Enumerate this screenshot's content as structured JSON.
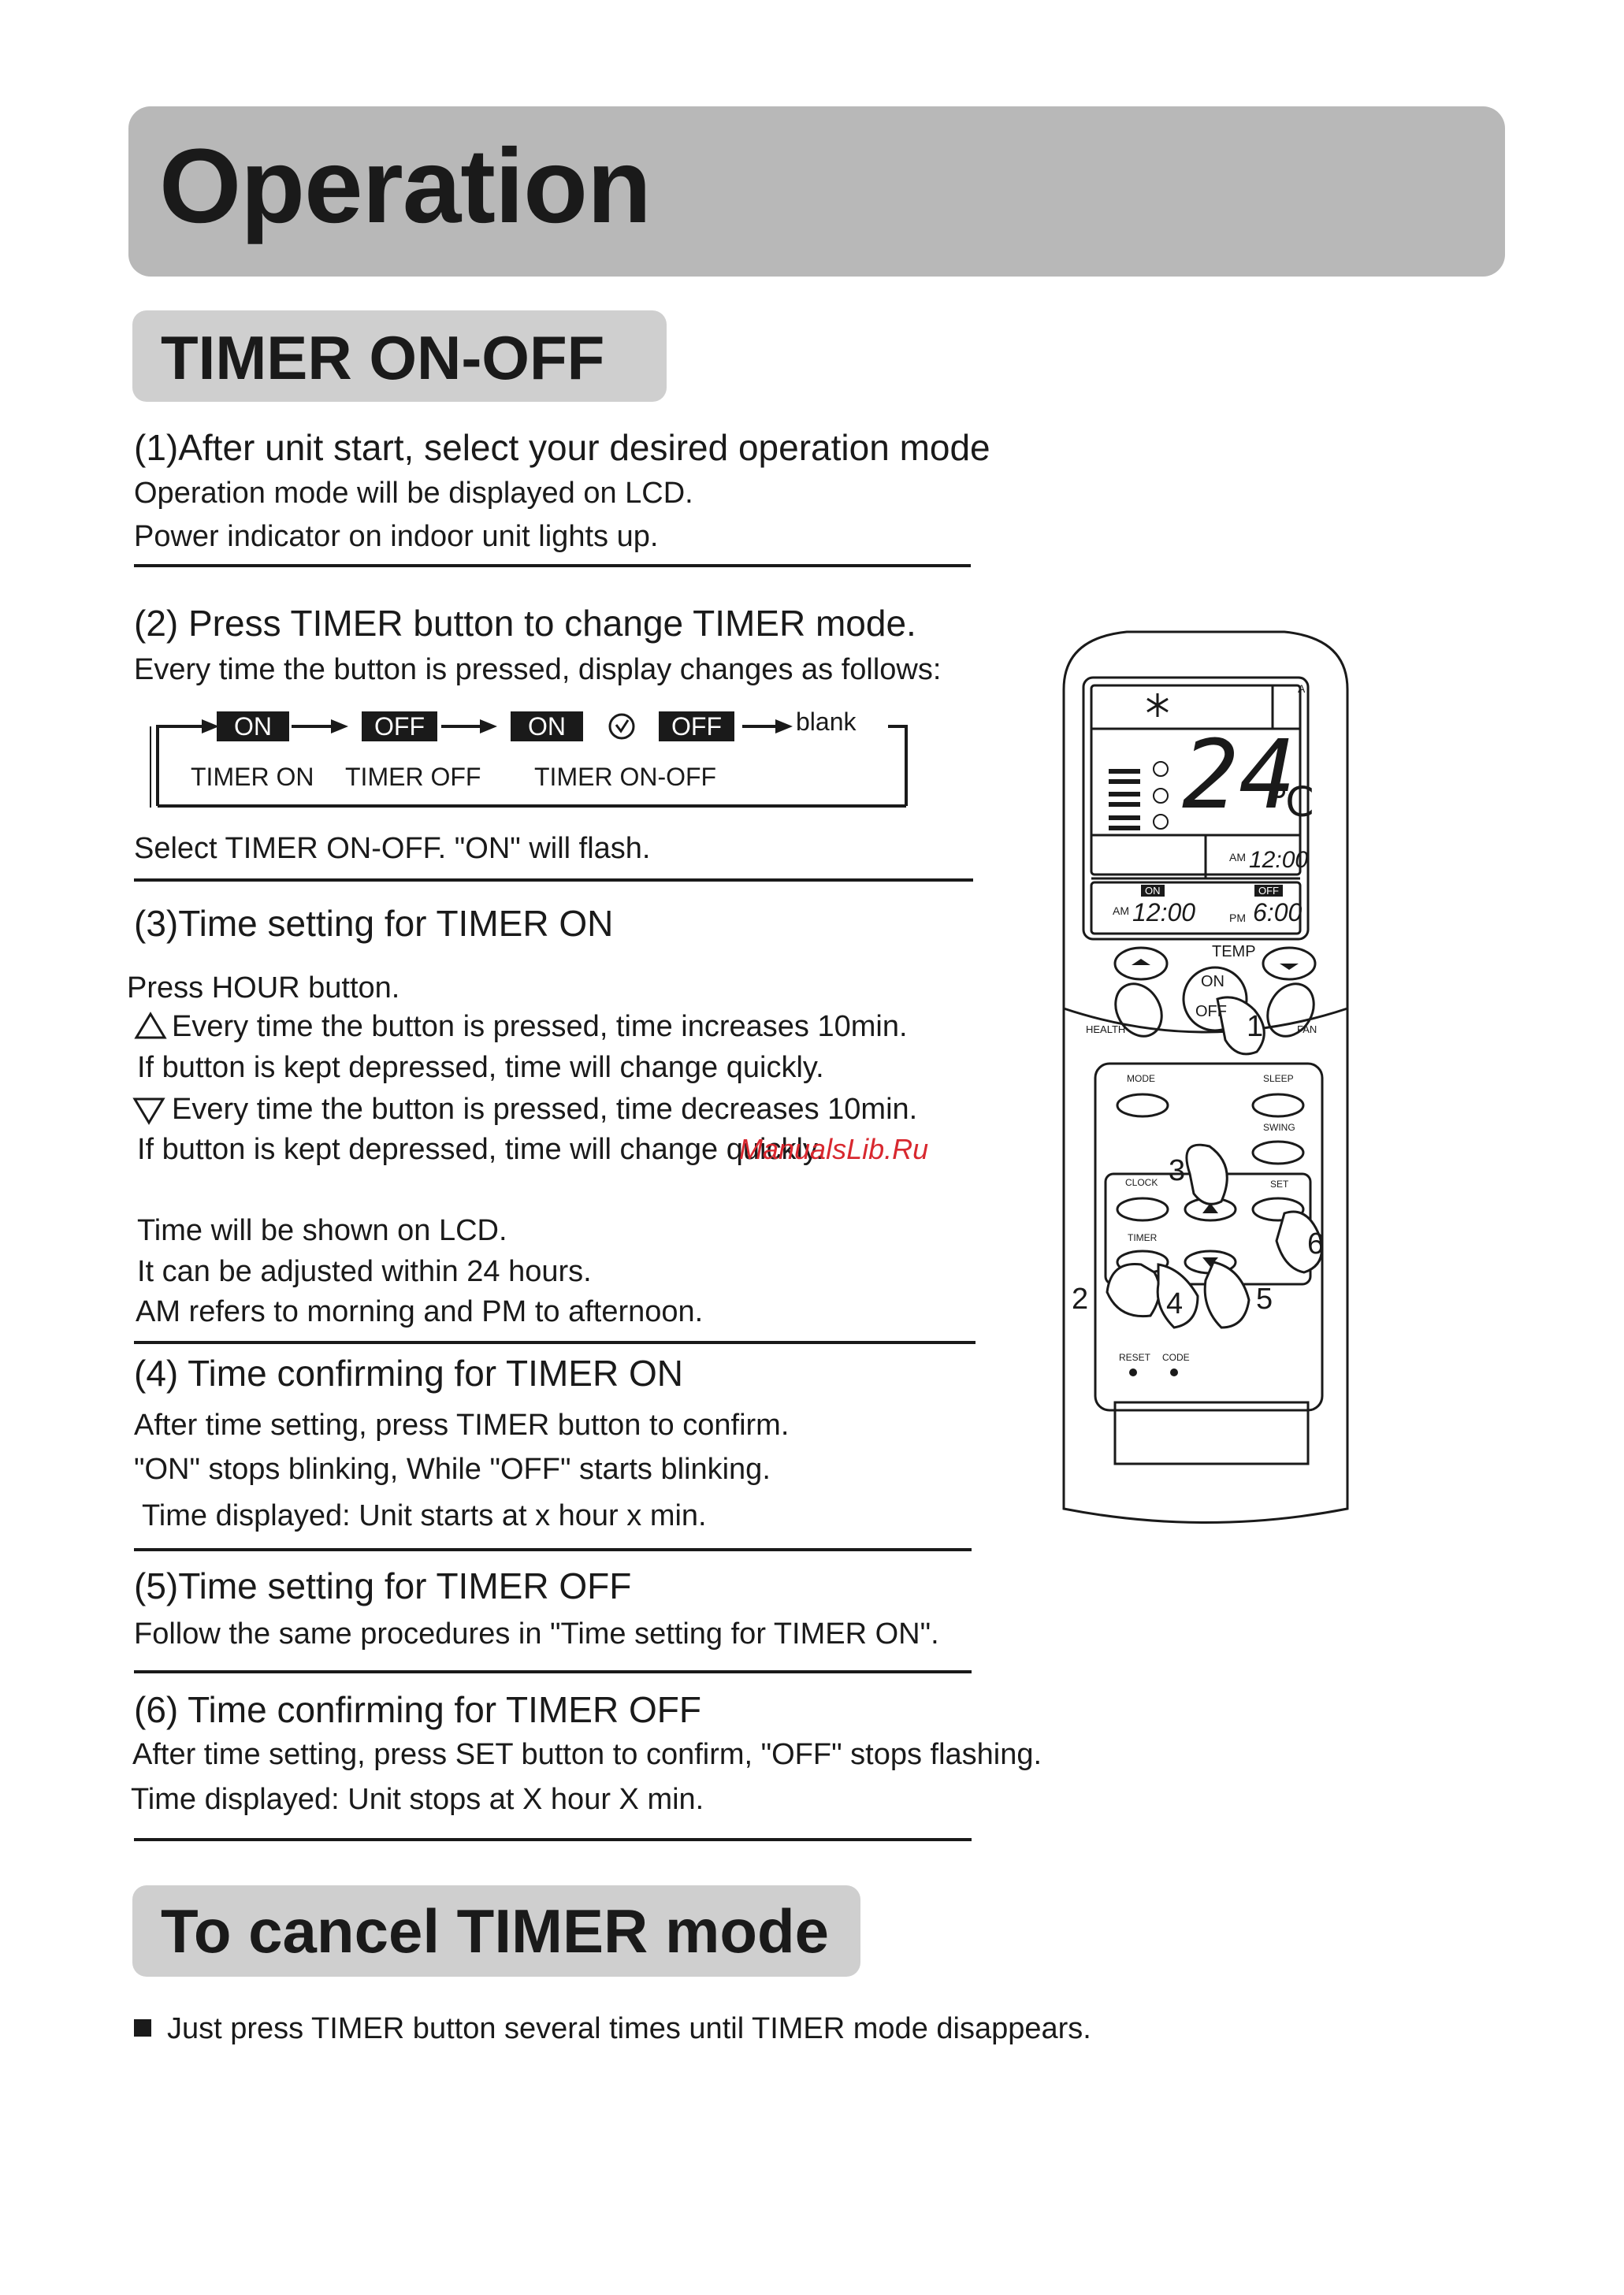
{
  "title": "Operation",
  "section1": {
    "title": "TIMER ON-OFF",
    "step1": {
      "heading": "(1)After unit start, select your desired operation mode",
      "lines": [
        "Operation mode will be displayed on LCD.",
        "Power indicator on indoor unit lights up."
      ]
    },
    "step2": {
      "heading": "(2) Press TIMER button to change TIMER mode.",
      "line": "Every time the button is pressed, display changes as follows:",
      "sequence": {
        "boxes": [
          "ON",
          "OFF",
          "ON",
          "OFF"
        ],
        "end": "blank",
        "labels": [
          "TIMER ON",
          "TIMER OFF",
          "TIMER ON-OFF"
        ]
      },
      "note": "Select TIMER ON-OFF. \"ON\"  will flash."
    },
    "step3": {
      "heading": "(3)Time setting for TIMER ON",
      "lines": [
        "Press HOUR  button.",
        "Every time the button is pressed, time increases 10min.",
        "If button is kept depressed, time will change quickly.",
        "Every time the button is pressed, time decreases 10min.",
        "If button is kept depressed, time will change quickly.",
        "Time will be shown on LCD.",
        "It can be adjusted within 24 hours.",
        "AM refers to morning and PM to afternoon."
      ],
      "watermark": "ManualsLib.Ru"
    },
    "step4": {
      "heading": "(4) Time confirming for TIMER ON",
      "lines": [
        "After time setting, press TIMER button to confirm.",
        "\"ON\" stops blinking, While \"OFF\" starts blinking.",
        "Time displayed: Unit starts  at x hour x min."
      ]
    },
    "step5": {
      "heading": "(5)Time setting for TIMER OFF",
      "line": "Follow the same procedures in \"Time setting for TIMER ON\"."
    },
    "step6": {
      "heading": "(6) Time confirming for TIMER OFF",
      "lines": [
        "After time setting, press SET button to confirm, \"OFF\" stops flashing.",
        "Time displayed: Unit stops at X hour X min."
      ]
    }
  },
  "section2": {
    "title": "To cancel TIMER mode",
    "line": "Just press TIMER button several times until TIMER mode disappears."
  },
  "remote": {
    "lcd": {
      "corner": "A",
      "temperature": "24",
      "unit": "℃",
      "clock_ampm": "AM",
      "clock_time": "12:00",
      "on_tag": "ON",
      "off_tag": "OFF",
      "on_ampm": "AM",
      "on_time": "12:00",
      "off_ampm": "PM",
      "off_time": "6:00"
    },
    "labels": {
      "temp": "TEMP",
      "on": "ON",
      "off": "OFF",
      "health": "HEALTH",
      "fan": "FAN",
      "mode": "MODE",
      "sleep": "SLEEP",
      "swing": "SWING",
      "clock": "CLOCK",
      "set": "SET",
      "timer": "TIMER",
      "reset": "RESET",
      "code": "CODE"
    },
    "callouts": [
      "1",
      "2",
      "3",
      "4",
      "5",
      "6"
    ]
  }
}
